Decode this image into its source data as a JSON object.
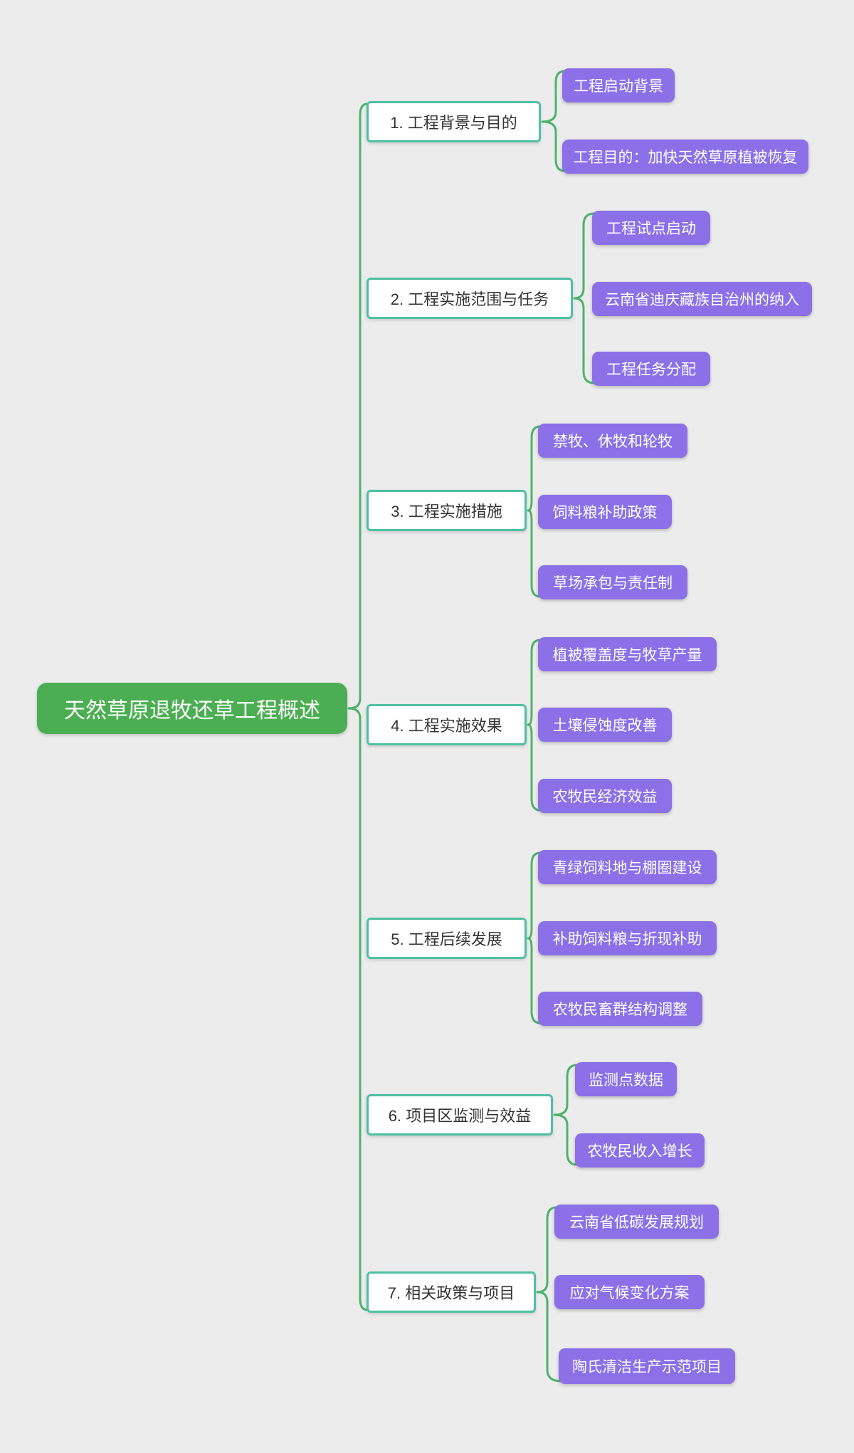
{
  "colors": {
    "canvas_bg": "#ECECEC",
    "root_fill": "#4BAE52",
    "root_text": "#FFFFFF",
    "branch_fill": "#FFFFFF",
    "branch_border": "#4EC0A3",
    "branch_text": "#333333",
    "leaf_fill": "#8B70E8",
    "leaf_text": "#FFFFFF",
    "connector": "#4CB36B"
  },
  "root": {
    "label": "天然草原退牧还草工程概述"
  },
  "branches": [
    {
      "label": "1. 工程背景与目的",
      "children": [
        "工程启动背景",
        "工程目的：加快天然草原植被恢复"
      ]
    },
    {
      "label": "2. 工程实施范围与任务",
      "children": [
        "工程试点启动",
        "云南省迪庆藏族自治州的纳入",
        "工程任务分配"
      ]
    },
    {
      "label": "3. 工程实施措施",
      "children": [
        "禁牧、休牧和轮牧",
        "饲料粮补助政策",
        "草场承包与责任制"
      ]
    },
    {
      "label": "4. 工程实施效果",
      "children": [
        "植被覆盖度与牧草产量",
        "土壤侵蚀度改善",
        "农牧民经济效益"
      ]
    },
    {
      "label": "5. 工程后续发展",
      "children": [
        "青绿饲料地与棚圈建设",
        "补助饲料粮与折现补助",
        "农牧民畜群结构调整"
      ]
    },
    {
      "label": "6. 项目区监测与效益",
      "children": [
        "监测点数据",
        "农牧民收入增长"
      ]
    },
    {
      "label": "7. 相关政策与项目",
      "children": [
        "云南省低碳发展规划",
        "应对气候变化方案",
        "陶氏清洁生产示范项目"
      ]
    }
  ]
}
